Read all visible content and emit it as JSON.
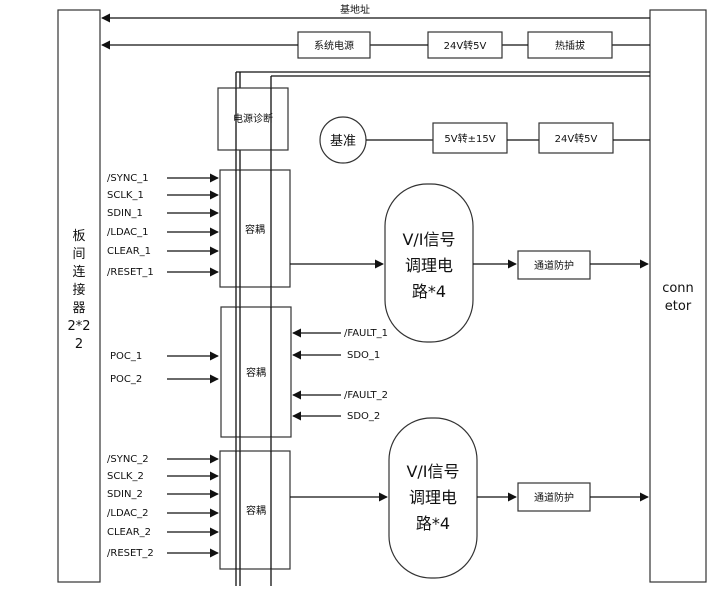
{
  "colors": {
    "line": "#111111",
    "background": "#ffffff",
    "box_stroke": "#333333"
  },
  "left_connector": {
    "lines": [
      "板",
      "间",
      "连",
      "接",
      "器",
      "2*2",
      "2"
    ]
  },
  "right_connector": {
    "lines": [
      "conn",
      "etor"
    ]
  },
  "top_bus": {
    "label": "基地址"
  },
  "power_chain": {
    "system_power": "系统电源",
    "dc_24_5": "24V转5V",
    "hot_swap": "热插拔"
  },
  "diagnostics": {
    "label": "电源诊断"
  },
  "reference": {
    "label": "基准",
    "conv_5_15": "5V转±15V",
    "conv_24_5": "24V转5V"
  },
  "iso_boxes": {
    "iso1": "容耦",
    "iso2": "容耦",
    "iso3": "容耦"
  },
  "channel1": {
    "inputs": [
      "/SYNC_1",
      "SCLK_1",
      "SDIN_1",
      "/LDAC_1",
      "CLEAR_1",
      "/RESET_1"
    ],
    "vi_lines": [
      "V/I信号",
      "调理电",
      "路*4"
    ],
    "protect": "通道防护"
  },
  "middle": {
    "inputs": [
      "POC_1",
      "POC_2"
    ],
    "outputs": [
      "/FAULT_1",
      "SDO_1",
      "/FAULT_2",
      "SDO_2"
    ]
  },
  "channel2": {
    "inputs": [
      "/SYNC_2",
      "SCLK_2",
      "SDIN_2",
      "/LDAC_2",
      "CLEAR_2",
      "/RESET_2"
    ],
    "vi_lines": [
      "V/I信号",
      "调理电",
      "路*4"
    ],
    "protect": "通道防护"
  }
}
